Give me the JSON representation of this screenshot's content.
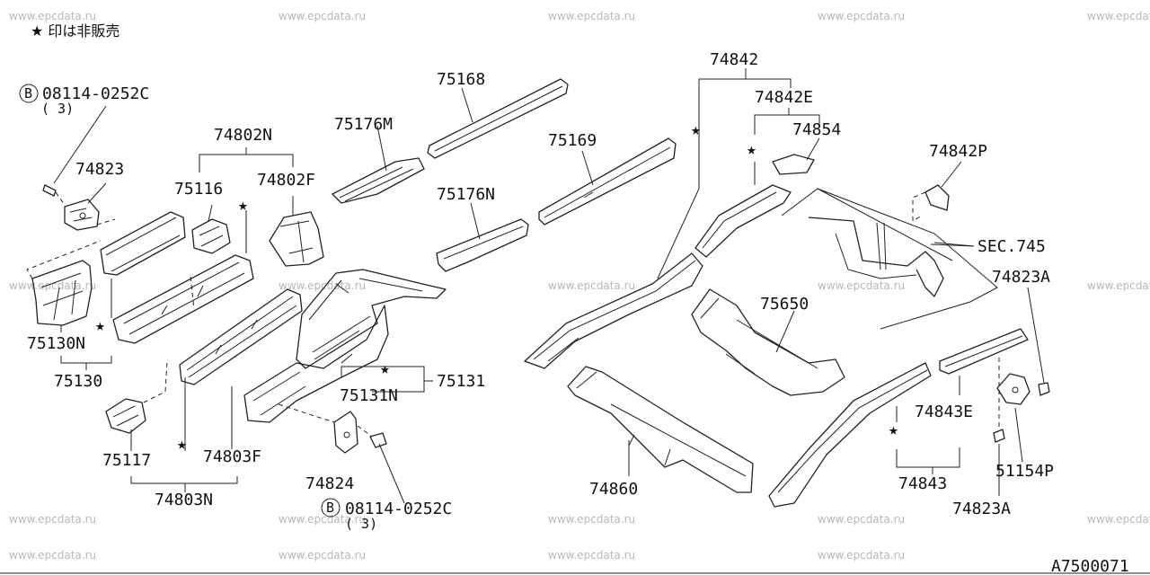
{
  "header_note": "★ 印は非販売",
  "bolt_spec_top": {
    "symbol": "B",
    "code": "08114-0252C",
    "qty": "( 3)"
  },
  "bolt_spec_bottom": {
    "symbol": "B",
    "code": "08114-0252C",
    "qty": "( 3)"
  },
  "figure_id": "A7500071",
  "watermark": "www.epcdata.ru",
  "part_labels": {
    "p74842": "74842",
    "p74842E": "74842E",
    "p74854": "74854",
    "p74842P": "74842P",
    "p75168": "75168",
    "p75169": "75169",
    "p75176M": "75176M",
    "p75176N": "75176N",
    "p74802N": "74802N",
    "p74802F": "74802F",
    "p75116": "75116",
    "p74823": "74823",
    "p75130N": "75130N",
    "p75130": "75130",
    "p75131": "75131",
    "p75131N": "75131N",
    "p75117": "75117",
    "p74803F": "74803F",
    "p74803N": "74803N",
    "p74824": "74824",
    "p75650": "75650",
    "p74860": "74860",
    "p74843E": "74843E",
    "p74843": "74843",
    "p74823A_top": "74823A",
    "p74823A_bottom": "74823A",
    "p51154P": "51154P",
    "sec745": "SEC.745"
  }
}
